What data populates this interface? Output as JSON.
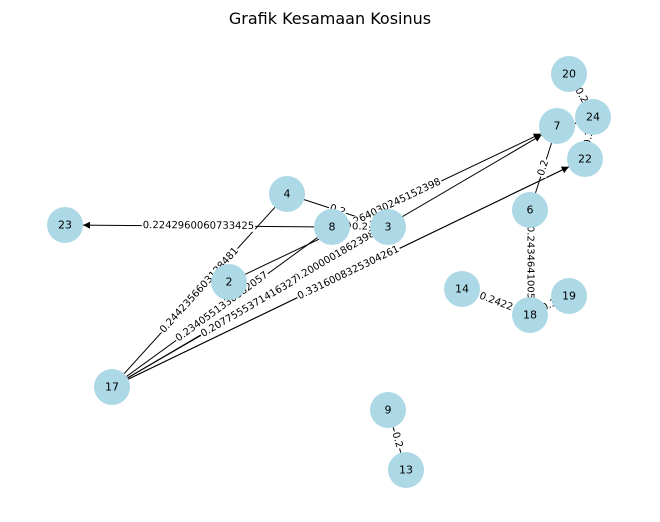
{
  "title": "Grafik Kesamaan Kosinus",
  "colors": {
    "node": "#add8e6",
    "edge": "#000000",
    "background": "#ffffff"
  },
  "nodes": [
    {
      "id": "20",
      "label": "20"
    },
    {
      "id": "24",
      "label": "24"
    },
    {
      "id": "7",
      "label": "7"
    },
    {
      "id": "22",
      "label": "22"
    },
    {
      "id": "6",
      "label": "6"
    },
    {
      "id": "4",
      "label": "4"
    },
    {
      "id": "8",
      "label": "8"
    },
    {
      "id": "3",
      "label": "3"
    },
    {
      "id": "23",
      "label": "23"
    },
    {
      "id": "2",
      "label": "2"
    },
    {
      "id": "14",
      "label": "14"
    },
    {
      "id": "19",
      "label": "19"
    },
    {
      "id": "18",
      "label": "18"
    },
    {
      "id": "17",
      "label": "17"
    },
    {
      "id": "9",
      "label": "9"
    },
    {
      "id": "13",
      "label": "13"
    }
  ],
  "edges": [
    {
      "source": "8",
      "target": "23",
      "label": "0.2242960060733425",
      "directed": true
    },
    {
      "source": "17",
      "target": "7",
      "label": "0.2000001862398",
      "directed": true
    },
    {
      "source": "17",
      "target": "22",
      "label": "0.2077555371416327",
      "directed": true
    },
    {
      "source": "2",
      "target": "7",
      "label": "0.264030245152398",
      "directed": true
    },
    {
      "source": "17",
      "target": "22",
      "label": "0.3316008325304261",
      "directed": true
    },
    {
      "source": "17",
      "target": "4",
      "label": "0.2442356603128481",
      "directed": false
    },
    {
      "source": "17",
      "target": "8",
      "label": "0.2340551330882057",
      "directed": false
    },
    {
      "source": "17",
      "target": "3",
      "label": "0.2077555371416327",
      "directed": false
    },
    {
      "source": "4",
      "target": "3",
      "label": "0.2",
      "directed": false
    },
    {
      "source": "8",
      "target": "3",
      "label": "0.2",
      "directed": false
    },
    {
      "source": "6",
      "target": "7",
      "label": "0.2",
      "directed": false
    },
    {
      "source": "6",
      "target": "18",
      "label": "0.2434641005",
      "directed": false
    },
    {
      "source": "14",
      "target": "18",
      "label": "0.2422",
      "directed": false
    },
    {
      "source": "19",
      "target": "18",
      "label": "0.3",
      "directed": false
    },
    {
      "source": "9",
      "target": "13",
      "label": "0.2",
      "directed": false
    },
    {
      "source": "20",
      "target": "24",
      "label": "0.2",
      "directed": false
    },
    {
      "source": "7",
      "target": "24",
      "label": "0.2",
      "directed": false
    },
    {
      "source": "22",
      "target": "24",
      "label": "0.3",
      "directed": false
    }
  ]
}
